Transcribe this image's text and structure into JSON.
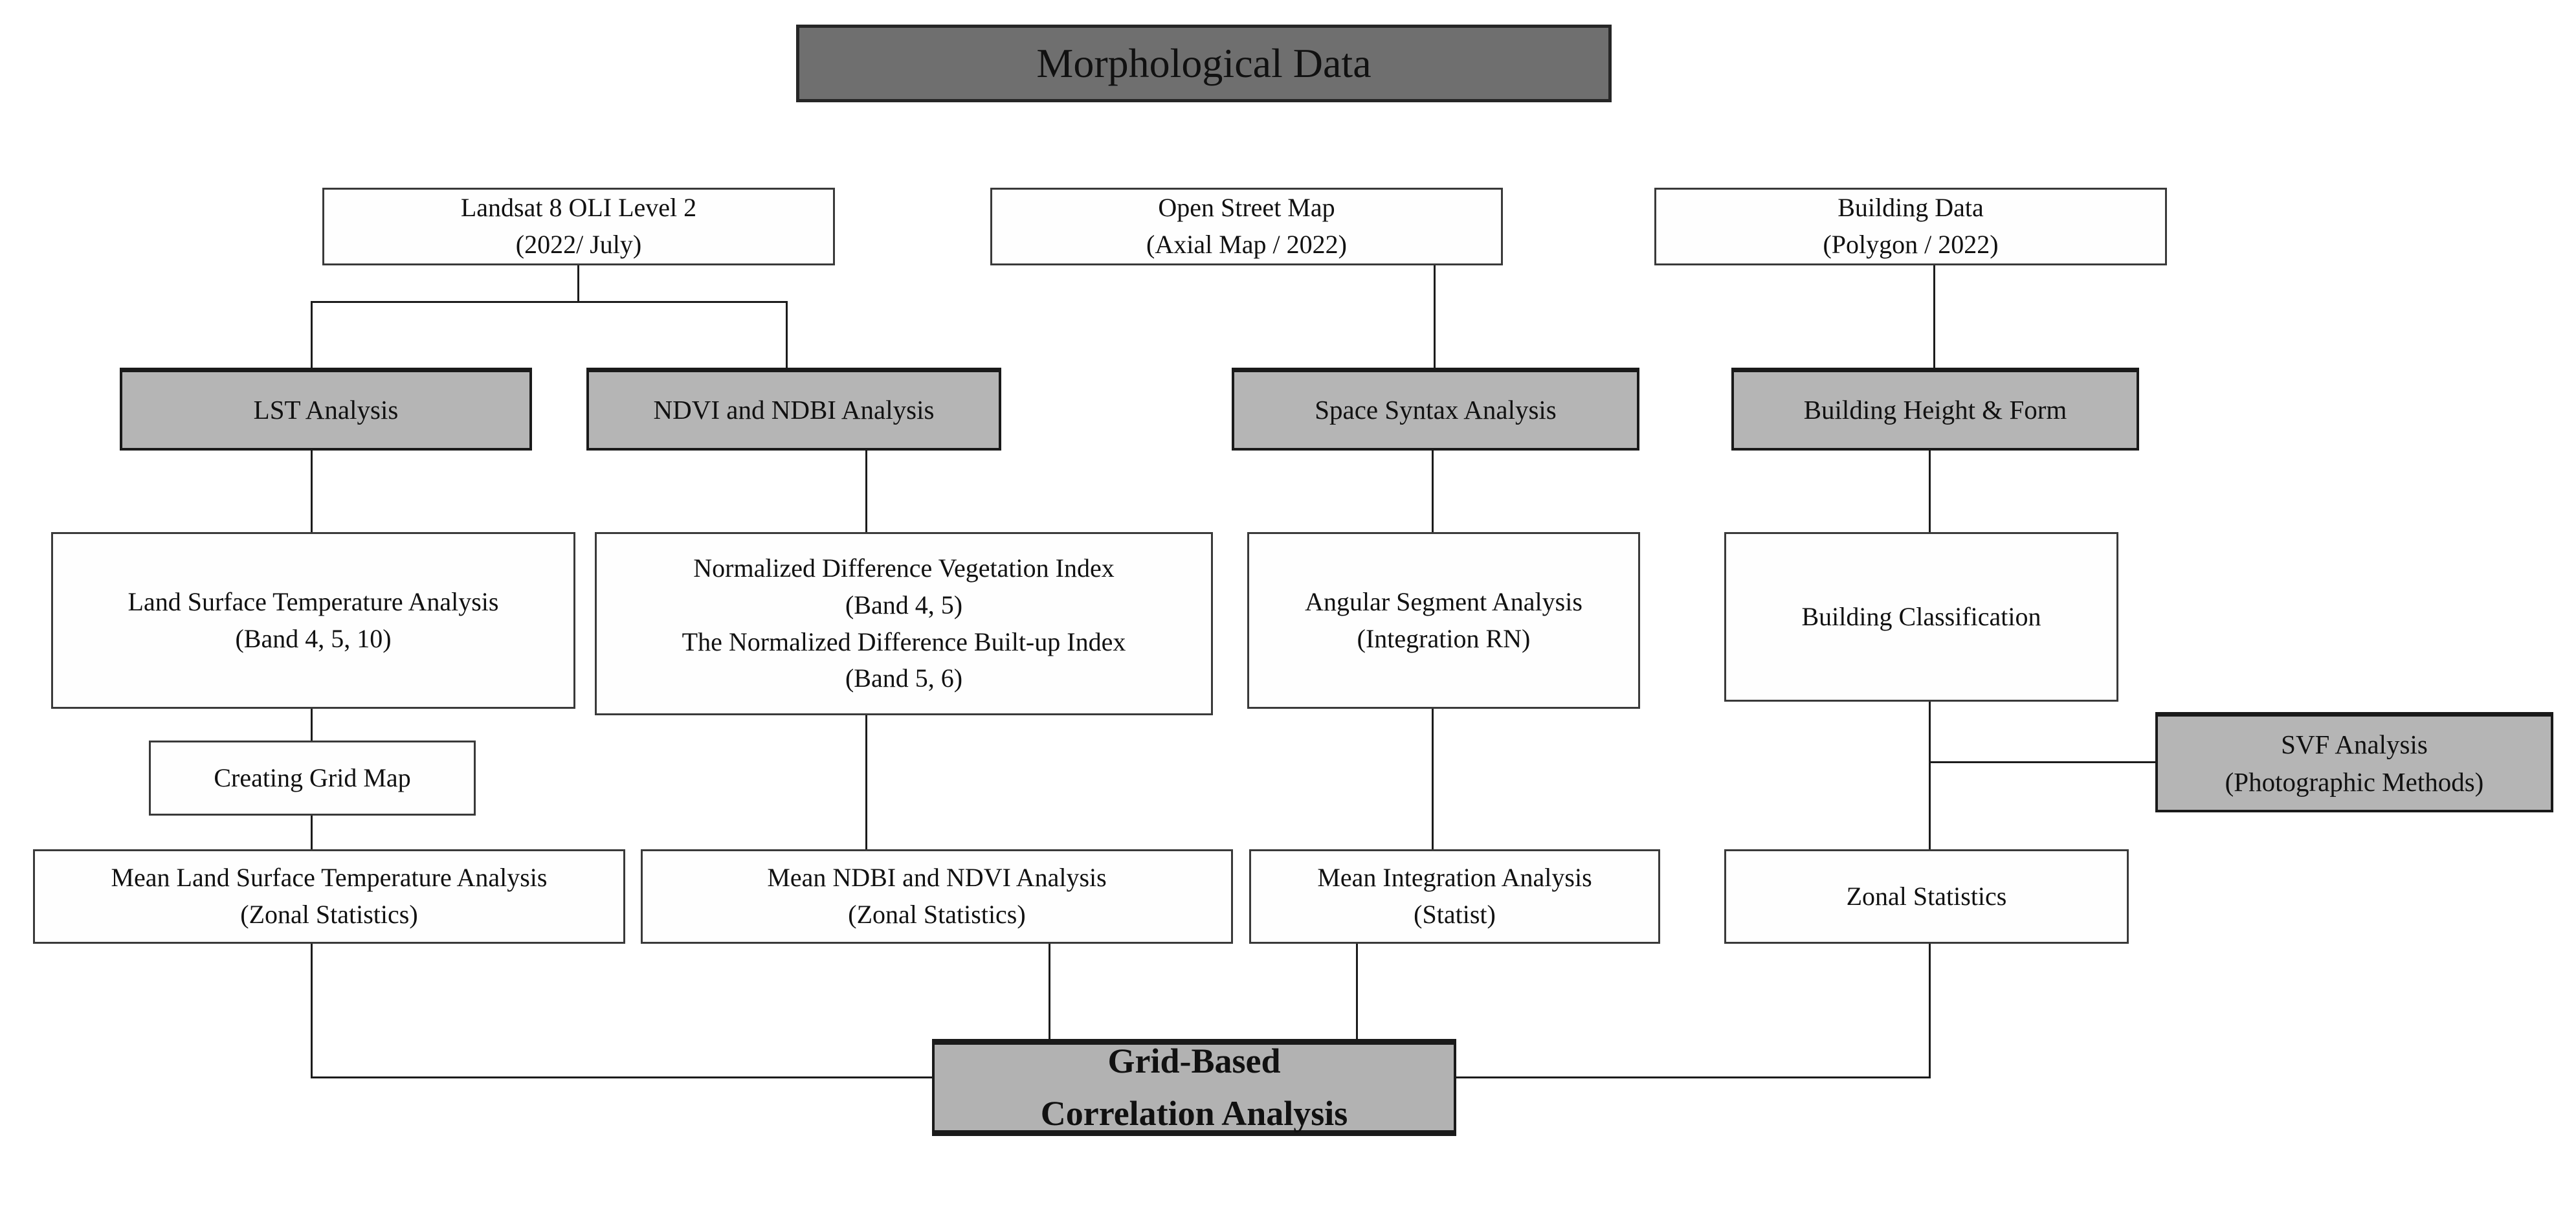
{
  "diagram": {
    "title": "Morphological Data",
    "colors": {
      "dark_box_fill": "#6f6f6f",
      "gray_box_fill": "#b5b5b5",
      "white_box_fill": "#fefefe",
      "border": "#1a1a1a",
      "line": "#1c1c1c"
    },
    "nodes": {
      "title": {
        "label": "Morphological Data"
      },
      "landsat": {
        "label": "Landsat 8 OLI Level 2\n(2022/ July)"
      },
      "osm": {
        "label": "Open Street Map\n(Axial Map / 2022)"
      },
      "building_data": {
        "label": "Building Data\n(Polygon / 2022)"
      },
      "lst_analysis": {
        "label": "LST Analysis"
      },
      "ndvi_ndbi": {
        "label": "NDVI and NDBI Analysis"
      },
      "space_syntax": {
        "label": "Space Syntax Analysis"
      },
      "building_height": {
        "label": "Building Height & Form"
      },
      "lst_detail": {
        "label": "Land Surface Temperature Analysis\n(Band 4, 5, 10)"
      },
      "ndvi_detail": {
        "label": "Normalized Difference Vegetation Index\n(Band 4, 5)\nThe Normalized Difference Built-up Index\n(Band 5, 6)"
      },
      "angular": {
        "label": "Angular Segment Analysis\n(Integration RN)"
      },
      "building_class": {
        "label": "Building Classification"
      },
      "grid_map": {
        "label": "Creating Grid Map"
      },
      "svf": {
        "label": "SVF Analysis\n(Photographic Methods)"
      },
      "mean_lst": {
        "label": "Mean Land Surface Temperature Analysis\n(Zonal Statistics)"
      },
      "mean_ndvi": {
        "label": "Mean NDBI and NDVI Analysis\n(Zonal Statistics)"
      },
      "mean_integration": {
        "label": "Mean Integration Analysis\n(Statist)"
      },
      "zonal_stats": {
        "label": "Zonal Statistics"
      },
      "grid_based": {
        "label": "Grid-Based\nCorrelation Analysis"
      }
    },
    "edges": [
      "landsat -> lst_analysis",
      "landsat -> ndvi_ndbi",
      "osm -> space_syntax",
      "building_data -> building_height",
      "lst_analysis -> lst_detail",
      "ndvi_ndbi -> ndvi_detail",
      "space_syntax -> angular",
      "building_height -> building_class",
      "lst_detail -> grid_map",
      "grid_map -> mean_lst",
      "ndvi_detail -> mean_ndvi",
      "angular -> mean_integration",
      "building_class -> zonal_stats",
      "building_class -> svf",
      "mean_lst -> grid_based",
      "mean_ndvi -> grid_based",
      "mean_integration -> grid_based",
      "zonal_stats -> grid_based"
    ]
  }
}
